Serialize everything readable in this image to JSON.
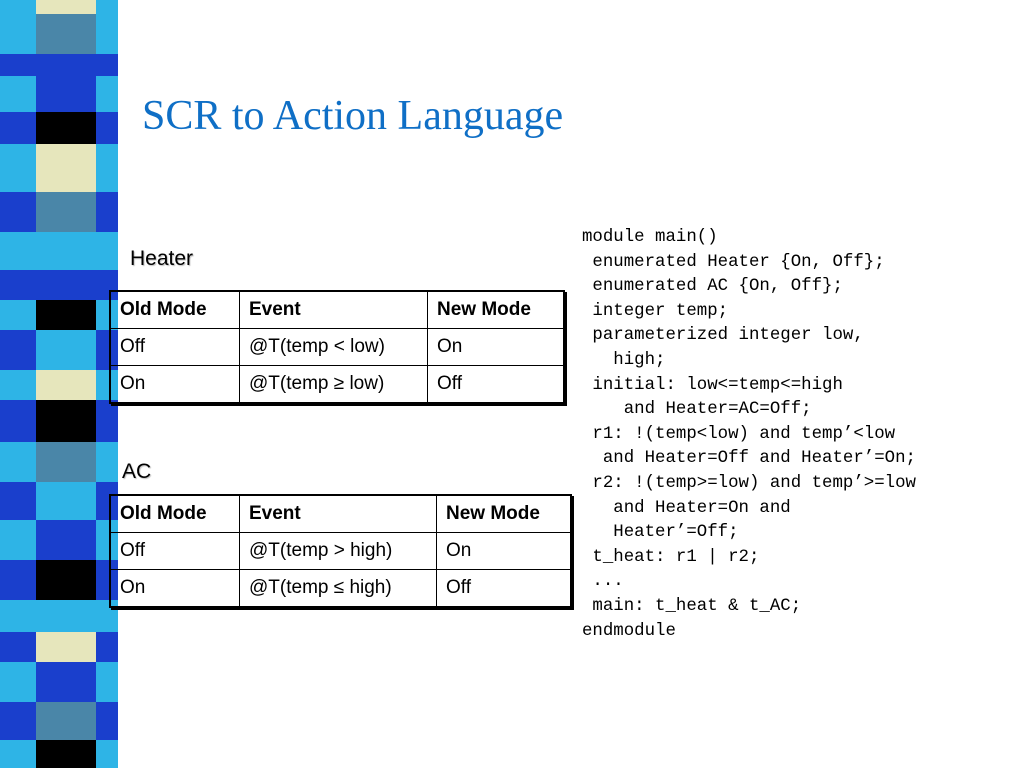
{
  "slide": {
    "title": "SCR to Action Language"
  },
  "decor": {
    "colors": {
      "dark_blue": "#1a3fcc",
      "light_blue": "#2eb4e6",
      "steel": "#4a86a8",
      "cream": "#e6e6bc",
      "black": "#000000",
      "white": "#ffffff"
    }
  },
  "heater": {
    "label": "Heater",
    "headers": [
      "Old Mode",
      "Event",
      "New Mode"
    ],
    "rows": [
      [
        "Off",
        "@T(temp < low)",
        "On"
      ],
      [
        "On",
        "@T(temp ≥ low)",
        "Off"
      ]
    ]
  },
  "ac": {
    "label": "AC",
    "headers": [
      "Old Mode",
      "Event",
      "New Mode"
    ],
    "rows": [
      [
        "Off",
        "@T(temp > high)",
        "On"
      ],
      [
        "On",
        "@T(temp ≤ high)",
        "Off"
      ]
    ]
  },
  "code": {
    "lines": [
      "module main()",
      " enumerated Heater {On, Off};",
      " enumerated AC {On, Off};",
      " integer temp;",
      " parameterized integer low,",
      "   high;",
      " initial: low<=temp<=high",
      "    and Heater=AC=Off;",
      " r1: !(temp<low) and temp’<low",
      "  and Heater=Off and Heater’=On;",
      " r2: !(temp>=low) and temp’>=low",
      "   and Heater=On and",
      "   Heater’=Off;",
      " t_heat: r1 | r2;",
      " ...",
      " main: t_heat & t_AC;",
      "endmodule"
    ]
  }
}
